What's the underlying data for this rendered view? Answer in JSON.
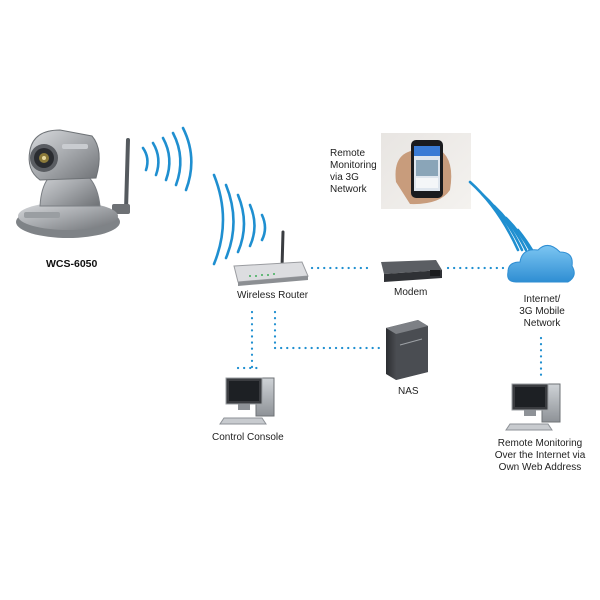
{
  "labels": {
    "camera": "WCS-6050",
    "router": "Wireless Router",
    "modem": "Modem",
    "nas": "NAS",
    "console": "Control  Console",
    "internet": [
      "Internet/",
      "3G Mobile",
      "Network"
    ],
    "remote_3g": [
      "Remote",
      "Monitoring",
      "via 3G",
      "Network"
    ],
    "remote_web": [
      "Remote Monitoring",
      "Over the Internet via",
      "Own Web Address"
    ]
  },
  "colors": {
    "accent_blue": "#1f8fd0",
    "cloud_blue": "#4aa9e3",
    "device_gray": "#8c8f93",
    "dark_gray": "#3a3c40"
  },
  "icons": [
    "camera-icon",
    "wireless-router-icon",
    "modem-icon",
    "nas-icon",
    "desktop-pc-icon",
    "cloud-icon",
    "smartphone-icon",
    "wifi-waves-icon"
  ]
}
